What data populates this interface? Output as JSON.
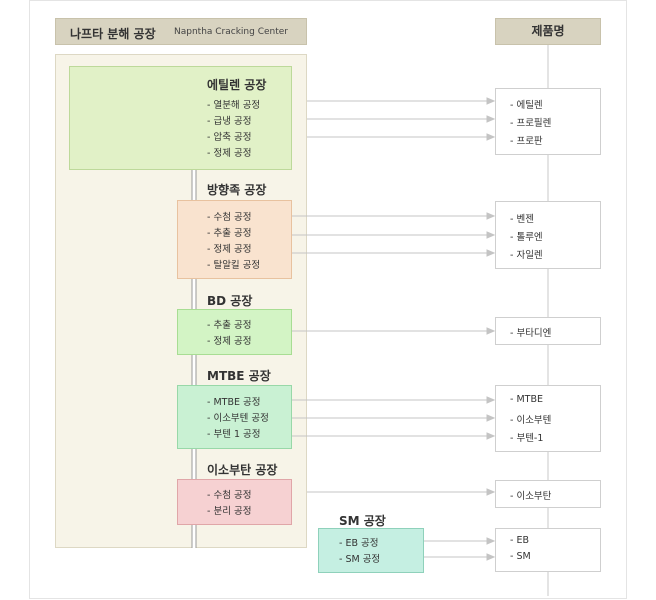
{
  "header": {
    "left_title": "나프타 분해 공장",
    "left_subtitle": "Napntha Cracking Center",
    "right_title": "제품명"
  },
  "plants": [
    {
      "title": "에틸렌 공장",
      "processes": [
        "- 열분해 공정",
        "- 급냉 공정",
        "- 압축 공정",
        "- 정제 공정"
      ],
      "products": [
        "- 에틸렌",
        "- 프로필렌",
        "- 프로판"
      ]
    },
    {
      "title": "방향족 공장",
      "processes": [
        "- 수첨 공정",
        "- 추출 공정",
        "- 정제 공정",
        "- 탈알킬 공정"
      ],
      "products": [
        "- 벤젠",
        "- 톨루엔",
        "- 자일렌"
      ]
    },
    {
      "title": "BD 공장",
      "processes": [
        "- 추출 공정",
        "- 정제 공정"
      ],
      "products": [
        "- 부타디엔"
      ]
    },
    {
      "title": "MTBE 공장",
      "processes": [
        "- MTBE 공정",
        "- 이소부텐 공정",
        "- 부텐 1 공정"
      ],
      "products": [
        "- MTBE",
        "- 이소부텐",
        "- 부텐-1"
      ]
    },
    {
      "title": "이소부탄 공장",
      "processes": [
        "- 수첨 공정",
        "- 분리 공정"
      ],
      "products": [
        "- 이소부탄"
      ]
    },
    {
      "title": "SM 공장",
      "processes": [
        "- EB 공정",
        "- SM 공정"
      ],
      "products": [
        "- EB",
        "- SM"
      ]
    }
  ]
}
